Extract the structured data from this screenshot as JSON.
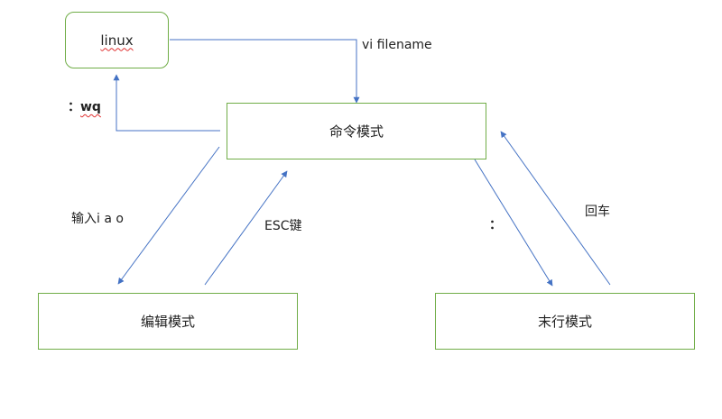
{
  "nodes": {
    "linux": "linux",
    "command_mode": "命令模式",
    "edit_mode": "编辑模式",
    "last_line_mode": "末行模式"
  },
  "edges": {
    "vi_filename": "vi filename",
    "wq_prefix": "：",
    "wq": "wq",
    "insert_keys": "输入i a o",
    "esc_key": "ESC键",
    "colon": "：",
    "enter": "回车"
  },
  "colors": {
    "arrow": "#4472c4",
    "box_border": "#70ad47",
    "spellcheck_underline": "#e03030"
  }
}
